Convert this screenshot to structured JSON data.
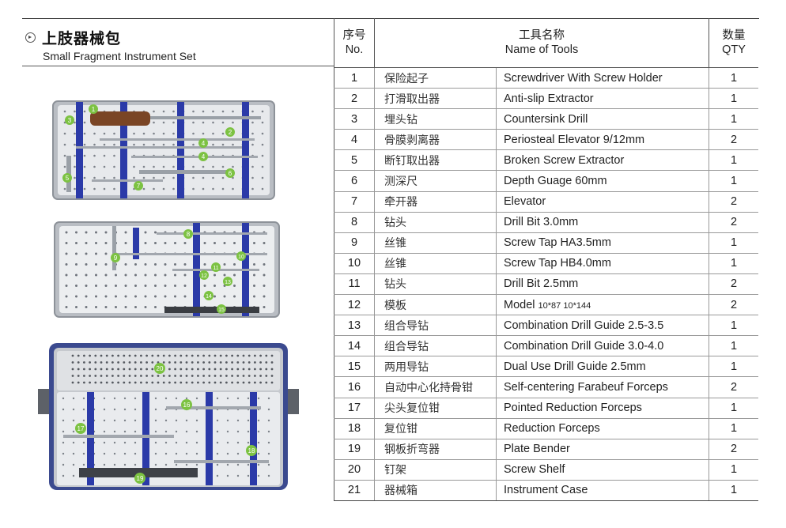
{
  "title": {
    "cn": "上肢器械包",
    "en": "Small Fragment Instrument Set"
  },
  "headers": {
    "no_cn": "序号",
    "no_en": "No.",
    "name_cn": "工具名称",
    "name_en": "Name  of Tools",
    "qty_cn": "数量",
    "qty_en": "QTY"
  },
  "items": [
    {
      "no": "1",
      "cn": "保险起子",
      "en": "Screwdriver With Screw Holder",
      "en_small": "",
      "qty": "1"
    },
    {
      "no": "2",
      "cn": "打滑取出器",
      "en": "Anti-slip Extractor",
      "en_small": "",
      "qty": "1"
    },
    {
      "no": "3",
      "cn": "埋头钻",
      "en": "Countersink Drill",
      "en_small": "",
      "qty": "1"
    },
    {
      "no": "4",
      "cn": "骨膜剥离器",
      "en": "Periosteal Elevator 9/12mm",
      "en_small": "",
      "qty": "2"
    },
    {
      "no": "5",
      "cn": "断钉取出器",
      "en": "Broken Screw Extractor",
      "en_small": "",
      "qty": "1"
    },
    {
      "no": "6",
      "cn": "测深尺",
      "en": "Depth Guage 60mm",
      "en_small": "",
      "qty": "1"
    },
    {
      "no": "7",
      "cn": "牵开器",
      "en": "Elevator",
      "en_small": "",
      "qty": "2"
    },
    {
      "no": "8",
      "cn": "钻头",
      "en": "Drill Bit 3.0mm",
      "en_small": "",
      "qty": "2"
    },
    {
      "no": "9",
      "cn": "丝锥",
      "en": "Screw Tap HA3.5mm",
      "en_small": "",
      "qty": "1"
    },
    {
      "no": "10",
      "cn": "丝锥",
      "en": "Screw Tap HB4.0mm",
      "en_small": "",
      "qty": "1"
    },
    {
      "no": "11",
      "cn": "钻头",
      "en": "Drill Bit 2.5mm",
      "en_small": "",
      "qty": "2"
    },
    {
      "no": "12",
      "cn": "模板",
      "en": "Model",
      "en_small": "10*87 10*144",
      "qty": "2"
    },
    {
      "no": "13",
      "cn": "组合导钻",
      "en": "Combination Drill Guide 2.5-3.5",
      "en_small": "",
      "qty": "1"
    },
    {
      "no": "14",
      "cn": "组合导钻",
      "en": "Combination Drill Guide 3.0-4.0",
      "en_small": "",
      "qty": "1"
    },
    {
      "no": "15",
      "cn": "两用导钻",
      "en": "Dual Use Drill Guide 2.5mm",
      "en_small": "",
      "qty": "1"
    },
    {
      "no": "16",
      "cn": "自动中心化持骨钳",
      "en": "Self-centering Farabeuf Forceps",
      "en_small": "",
      "qty": "2"
    },
    {
      "no": "17",
      "cn": "尖头复位钳",
      "en": "Pointed Reduction Forceps",
      "en_small": "",
      "qty": "1"
    },
    {
      "no": "18",
      "cn": "复位钳",
      "en": "Reduction Forceps",
      "en_small": "",
      "qty": "1"
    },
    {
      "no": "19",
      "cn": "钢板折弯器",
      "en": "Plate Bender",
      "en_small": "",
      "qty": "2"
    },
    {
      "no": "20",
      "cn": "钉架",
      "en": "Screw Shelf",
      "en_small": "",
      "qty": "1"
    },
    {
      "no": "21",
      "cn": "器械箱",
      "en": "Instrument Case",
      "en_small": "",
      "qty": "1"
    }
  ],
  "photo_labels": {
    "tray1": [
      "1",
      "2",
      "3",
      "4",
      "4",
      "5",
      "6",
      "7"
    ],
    "tray2": [
      "8",
      "9",
      "10",
      "11",
      "12",
      "13",
      "14",
      "15"
    ],
    "tray3": [
      "16",
      "17",
      "18",
      "19",
      "20"
    ]
  },
  "colors": {
    "label_green": "#7cc242",
    "strap_blue": "#2b3aa8",
    "tray_steel": "#c9ccd1"
  }
}
